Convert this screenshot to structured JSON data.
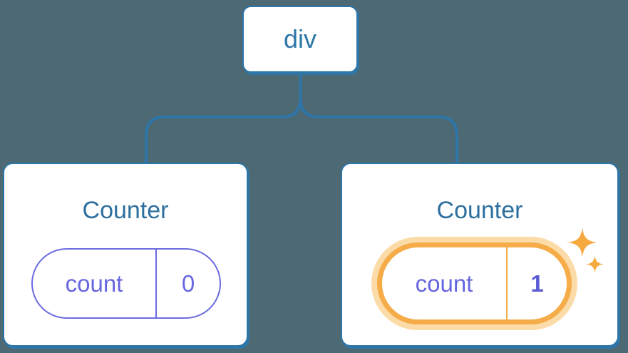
{
  "diagram": {
    "root": {
      "label": "div"
    },
    "cards": [
      {
        "title": "Counter",
        "pill": {
          "key": "count",
          "value": "0"
        },
        "highlighted": false
      },
      {
        "title": "Counter",
        "pill": {
          "key": "count",
          "value": "1"
        },
        "highlighted": true,
        "sparkles": true
      }
    ]
  },
  "colors": {
    "background": "#4C6974",
    "connector_blue": "#2E76A8",
    "root_text": "#2E77A9",
    "title_text": "#2D6F9F",
    "state_purple": "#6666E0",
    "state_border_purple": "#6B6BE0",
    "state_value_bold_purple": "#5B5BD6",
    "highlight_orange": "#F5AC49",
    "highlight_glow": "#FBDCA8",
    "sparkle_orange": "#F5A93F",
    "card_background": "#FFFFFF"
  }
}
